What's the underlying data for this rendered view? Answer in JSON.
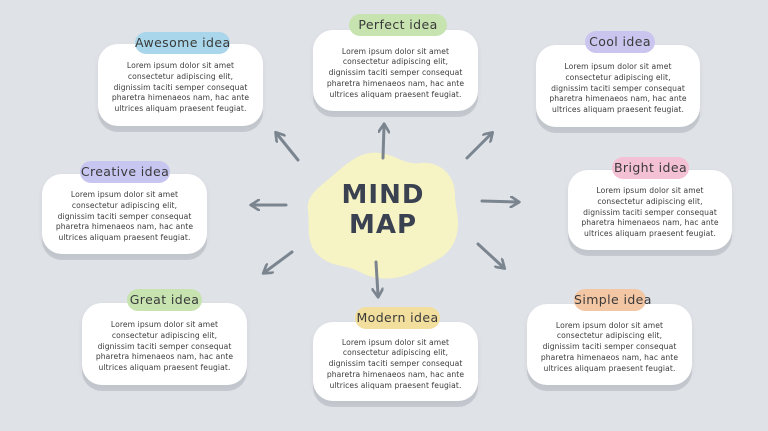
{
  "center": {
    "line1": "MIND",
    "line2": "MAP",
    "fill": "#f6f3c4"
  },
  "nodes": [
    {
      "title": "Perfect  idea",
      "color": "#c6e3b0",
      "text": "Lorem ipsum dolor sit amet consectetur adipiscing elit, dignissim taciti semper consequat pharetra himenaeos nam, hac ante ultrices aliquam praesent feugiat."
    },
    {
      "title": "Awesome idea",
      "color": "#a9d6ea",
      "text": "Lorem ipsum dolor sit amet consectetur adipiscing elit, dignissim taciti semper consequat pharetra himenaeos nam, hac ante ultrices aliquam praesent feugiat."
    },
    {
      "title": "Cool idea",
      "color": "#c9c5ef",
      "text": "Lorem ipsum dolor sit amet consectetur adipiscing elit, dignissim taciti semper consequat pharetra himenaeos nam, hac ante ultrices aliquam praesent feugiat."
    },
    {
      "title": "Creative idea",
      "color": "#c6c6f1",
      "text": "Lorem ipsum dolor sit amet consectetur adipiscing elit, dignissim taciti semper consequat pharetra himenaeos nam, hac ante ultrices aliquam praesent feugiat."
    },
    {
      "title": "Bright idea",
      "color": "#f3c0d4",
      "text": "Lorem ipsum dolor sit amet consectetur adipiscing elit, dignissim taciti semper consequat pharetra himenaeos nam, hac ante ultrices aliquam praesent feugiat."
    },
    {
      "title": "Great idea",
      "color": "#c6e3b0",
      "text": "Lorem ipsum dolor sit amet consectetur adipiscing elit, dignissim taciti semper consequat pharetra himenaeos nam, hac ante ultrices aliquam praesent feugiat."
    },
    {
      "title": "Modern idea",
      "color": "#f2df9e",
      "text": "Lorem ipsum dolor sit amet consectetur adipiscing elit, dignissim taciti semper consequat pharetra himenaeos nam, hac ante ultrices aliquam praesent feugiat."
    },
    {
      "title": "Simple idea",
      "color": "#f4c7a4",
      "text": "Lorem ipsum dolor sit amet consectetur adipiscing elit, dignissim taciti semper consequat pharetra himenaeos nam, hac ante ultrices aliquam praesent feugiat."
    }
  ],
  "connector_color": "#7b8590"
}
